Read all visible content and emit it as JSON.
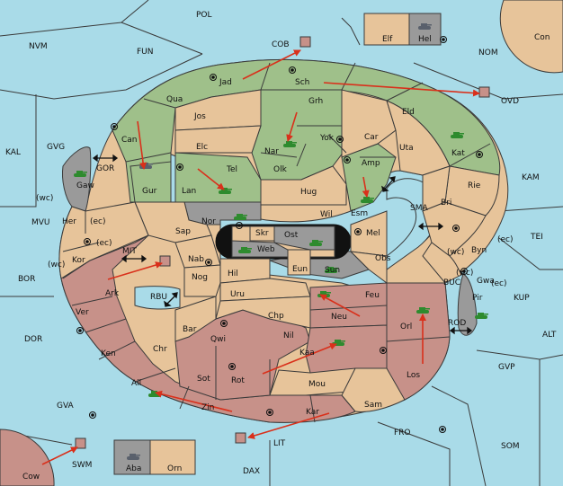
{
  "colors": {
    "sea": "#a9dbe8",
    "land_tan": "#e7c49a",
    "land_green": "#9fc08a",
    "land_red": "#c79189",
    "land_grey": "#9a9a9a",
    "border": "#3a3a3a",
    "arrow": "#d9301b",
    "unit_green": "#2e8b2e",
    "unit_grey": "#59606c"
  },
  "seas": {
    "POL": "POL",
    "NVM": "NVM",
    "FUN": "FUN",
    "NOM": "NOM",
    "KAL": "KAL",
    "GVG": "GVG",
    "GOR": "GOR",
    "MVU": "MVU",
    "BOR": "BOR",
    "DOR": "DOR",
    "GVA": "GVA",
    "KAM": "KAM",
    "TEI": "TEI",
    "SMA": "SMA",
    "MIT": "MIT",
    "RBU": "RBU",
    "BUC": "BUC",
    "KUP": "KUP",
    "ROD": "ROD",
    "ALT": "ALT",
    "GVP": "GVP",
    "SOM": "SOM",
    "FRO": "FRO",
    "DAX": "DAX",
    "LIT": "LIT",
    "SWM": "SWM",
    "COB": "COB",
    "OVD": "OVD"
  },
  "lands": {
    "Con": "Con",
    "Elf": "Elf",
    "Hel": "Hel",
    "Jad": "Jad",
    "Sch": "Sch",
    "Qua": "Qua",
    "Jos": "Jos",
    "Grh": "Grh",
    "Eld": "Eld",
    "Can": "Can",
    "Elc": "Elc",
    "Nar": "Nar",
    "Yok": "Yok",
    "Car": "Car",
    "Uta": "Uta",
    "Kat": "Kat",
    "Tel": "Tel",
    "Olk": "Olk",
    "Amp": "Amp",
    "Gur": "Gur",
    "Lan": "Lan",
    "Hug": "Hug",
    "Rie": "Rie",
    "Bri": "Bri",
    "Esm": "Esm",
    "Gaw": "Gaw",
    "Nor": "Nor",
    "Skr": "Skr",
    "Wil": "Wil",
    "Her": "Her",
    "Sap": "Sap",
    "Ost": "Ost",
    "Web": "Web",
    "Mel": "Mel",
    "Byn": "Byn",
    "Kor": "Kor",
    "Nab": "Nab",
    "Eun": "Eun",
    "Sun": "Sun",
    "Obs": "Obs",
    "Hil": "Hil",
    "Gwa": "Gwa",
    "Nog": "Nog",
    "Ark": "Ark",
    "Uru": "Uru",
    "Feu": "Feu",
    "Pir": "Pir",
    "Ver": "Ver",
    "Chp": "Chp",
    "Neu": "Neu",
    "Orl": "Orl",
    "Bar": "Bar",
    "Qwi": "Qwi",
    "Nil": "Nil",
    "Ken": "Ken",
    "Chr": "Chr",
    "Kaa": "Kaa",
    "Los": "Los",
    "Sot": "Sot",
    "Rot": "Rot",
    "Ail": "Ail",
    "Mou": "Mou",
    "Zin": "Zin",
    "Sam": "Sam",
    "Kar": "Kar",
    "Cow": "Cow",
    "Aba": "Aba",
    "Orn": "Orn"
  },
  "coasts": {
    "wc": "(wc)",
    "ec": "(ec)"
  }
}
